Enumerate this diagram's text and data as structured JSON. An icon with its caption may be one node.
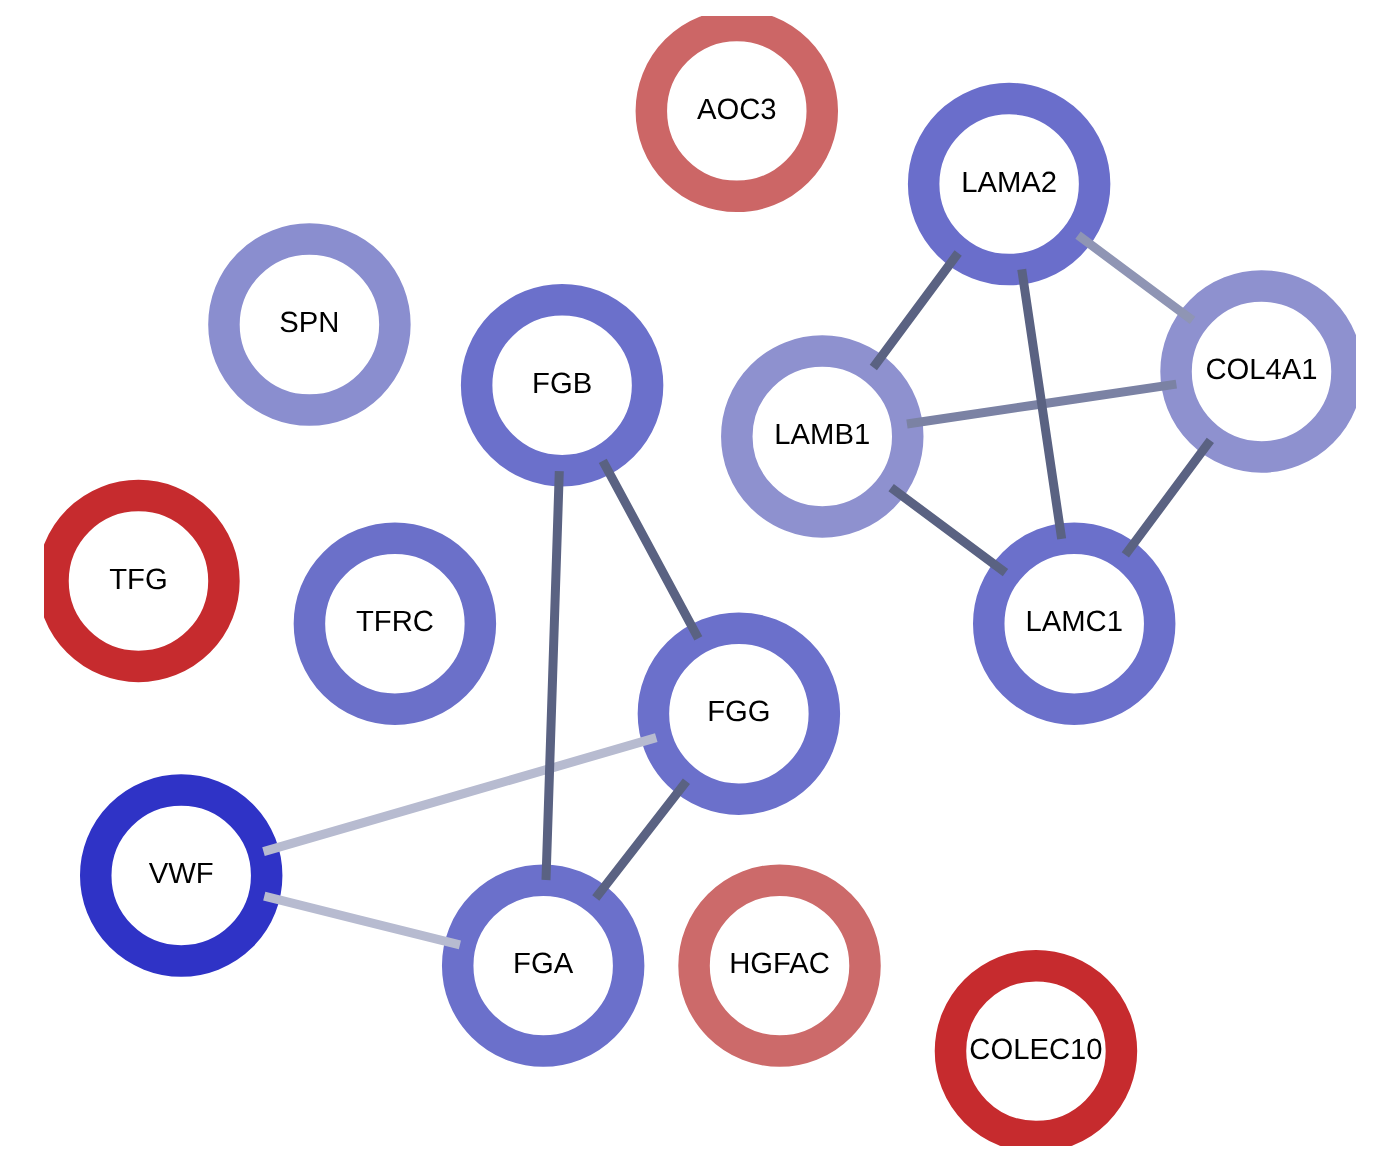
{
  "diagram": {
    "nodes": [
      {
        "text": [
          "TFRC"
        ]
      },
      {
        "text": [
          "SPN"
        ]
      },
      {
        "text": [
          "VWF"
        ]
      },
      {
        "text": [
          "HGFAC"
        ]
      },
      {
        "text": [
          "TFG"
        ]
      },
      {
        "text": [
          "FGG"
        ]
      },
      {
        "text": [
          "FGA"
        ]
      },
      {
        "text": [
          "LAMB1"
        ]
      },
      {
        "text": [
          "COL4A1"
        ]
      },
      {
        "text": [
          "LAMC1"
        ]
      },
      {
        "text": [
          "FGB"
        ]
      },
      {
        "text": [
          "LAMA2"
        ]
      },
      {
        "text": [
          "COLEC10"
        ]
      },
      {
        "text": [
          "AOC3"
        ]
      }
    ],
    "edges": [
      {
        "from": 2,
        "to": 5,
        "arrow": "none",
        "color": "#b7bbd0"
      },
      {
        "from": 2,
        "to": 6,
        "arrow": "none",
        "color": "#b7bbd0"
      },
      {
        "from": 5,
        "to": 6,
        "arrow": "none"
      },
      {
        "from": 5,
        "to": 10,
        "arrow": "none"
      },
      {
        "from": 6,
        "to": 10,
        "arrow": "none"
      },
      {
        "from": 7,
        "to": 8,
        "arrow": "none",
        "color": "#7b82a4"
      },
      {
        "from": 7,
        "to": 9,
        "arrow": "none"
      },
      {
        "from": 7,
        "to": 11,
        "arrow": "none"
      },
      {
        "from": 8,
        "to": 9,
        "arrow": "none"
      },
      {
        "from": 8,
        "to": 11,
        "arrow": "none",
        "color": "#8f95b4"
      },
      {
        "from": 9,
        "to": 11,
        "arrow": "none"
      }
    ]
  }
}
